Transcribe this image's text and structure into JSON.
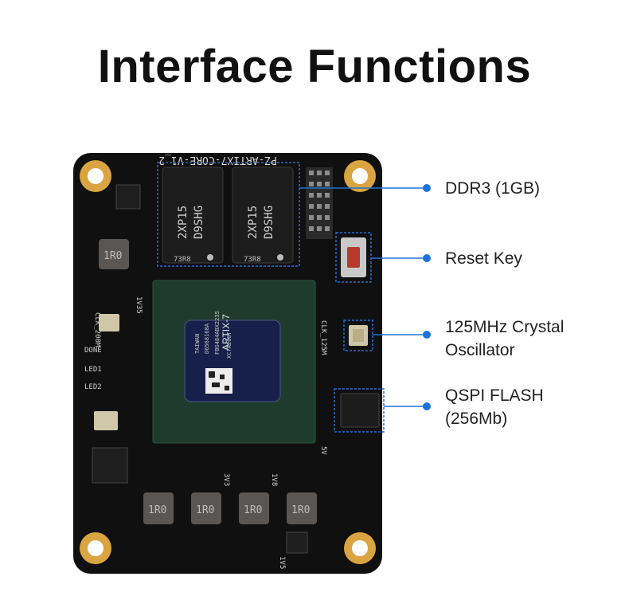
{
  "title": "Interface Functions",
  "board": {
    "silkscreen_top": "PZ-ARTIX7-CORE-V1_2",
    "fpga_marking": [
      "ARTIX-7",
      "XC7A200T",
      "FBG484ABX2235",
      "D6568168A",
      "TAIWAN"
    ],
    "ddr_chip_marking": [
      "2XP15",
      "D9SHG"
    ],
    "ddr_chip_code": "73R8",
    "inductor_marking": "1R0",
    "silk_labels": {
      "clk_200m": "CLK_200M",
      "clk_125m": "CLK_125M",
      "done": "DONE",
      "led1": "LED1",
      "led2": "LED2",
      "v1v35": "1V35",
      "v3v3": "3V3",
      "v1v8": "1V8",
      "v5v": "5V",
      "v1v5": "1V5"
    }
  },
  "callouts": [
    {
      "label": "DDR3 (1GB)"
    },
    {
      "label": "Reset Key"
    },
    {
      "label": "125MHz Crystal\nOscillator"
    },
    {
      "label": "QSPI FLASH\n(256Mb)"
    }
  ],
  "colors": {
    "board": "#101010",
    "mounting_hole_gold": "#d9a441",
    "callout_line": "#1e73d8",
    "fpga_substrate": "#1f3b2e",
    "fpga_die": "#17204a",
    "reset_button": "#b73a2a"
  }
}
